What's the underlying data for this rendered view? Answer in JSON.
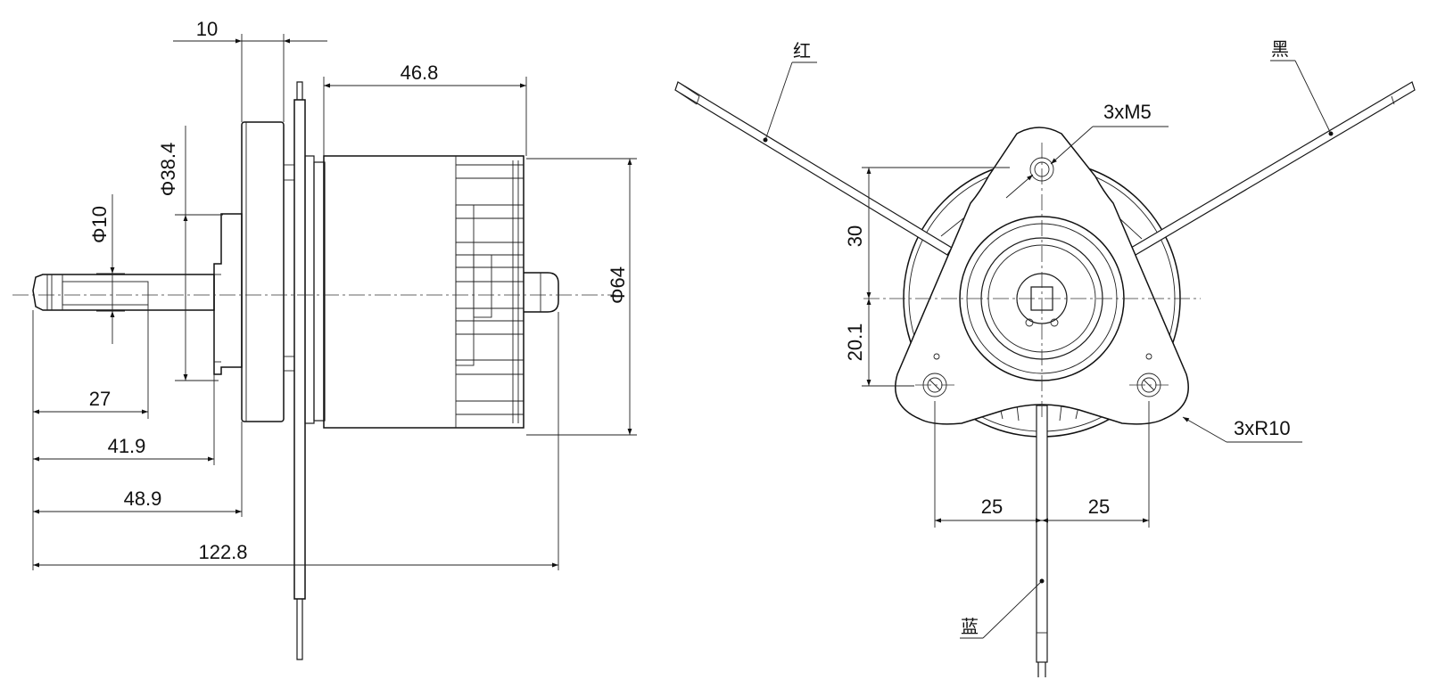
{
  "side_view": {
    "dims": {
      "flange_thickness": "10",
      "body_length": "46.8",
      "flange_diameter": "Φ38.4",
      "shaft_diameter": "Φ10",
      "body_diameter": "Φ64",
      "shaft_flat_length": "27",
      "to_boss": "41.9",
      "to_flange": "48.9",
      "overall_length": "122.8"
    }
  },
  "front_view": {
    "dims": {
      "mount_holes": "3xM5",
      "upper_offset": "30",
      "lower_offset": "20.1",
      "lobe_radius": "3xR10",
      "left_spacing": "25",
      "right_spacing": "25"
    },
    "wires": {
      "red": "红",
      "black": "黑",
      "blue": "蓝"
    }
  }
}
